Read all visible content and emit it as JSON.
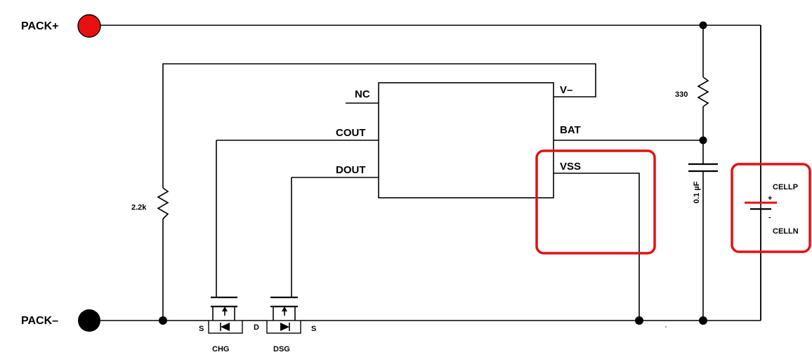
{
  "terminals": {
    "pack_plus": "PACK+",
    "pack_minus": "PACK–",
    "pack_plus_color": "#e81010",
    "pack_minus_color": "#000000"
  },
  "ic": {
    "pins": {
      "nc": "NC",
      "cout": "COUT",
      "dout": "DOUT",
      "v_minus": "V–",
      "bat": "BAT",
      "vss": "VSS"
    }
  },
  "components": {
    "r_sense": "2.2k",
    "r_bat": "330",
    "c_bat": "0.1 µF",
    "fet_chg": "CHG",
    "fet_dsg": "DSG",
    "fet_chg_source": "S",
    "fet_drain": "D",
    "fet_dsg_source": "S"
  },
  "cell": {
    "pos": "CELLP",
    "neg": "CELLN",
    "plus_sign": "+",
    "minus_sign": "-",
    "positive_plate_color": "#e31010"
  },
  "highlight_color": "#e31010"
}
